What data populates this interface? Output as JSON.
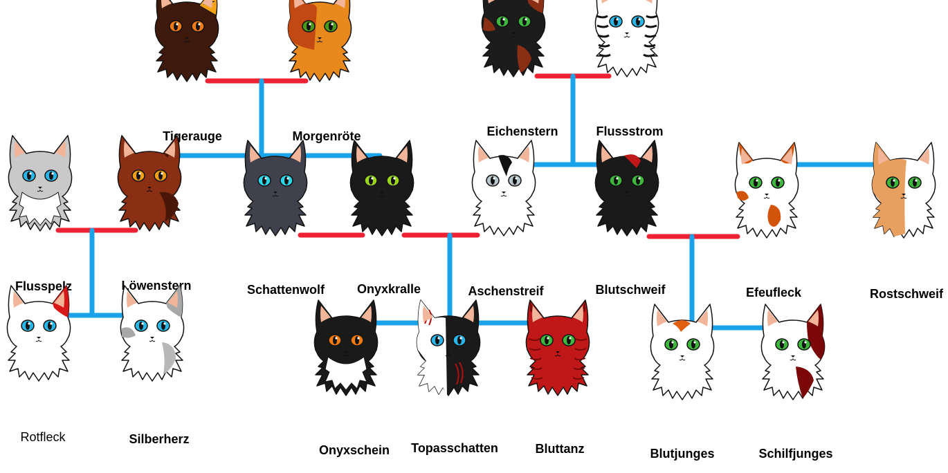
{
  "colors": {
    "mate_line": "#ee2232",
    "kin_line": "#1aa3e8",
    "outline": "#111111"
  },
  "cats": [
    {
      "id": "tigerauge",
      "name": "Tigerauge",
      "fur": "#3d1a0c",
      "ear": "#f2b59a",
      "eye": "#f07a10",
      "markings": "tiger-ear-stripes"
    },
    {
      "id": "morgenroete",
      "name": "Morgenröte",
      "fur": "#e8891e",
      "ear": "#f2b59a",
      "eye": "#4a9a1a",
      "markings": "dark-orange-half-face"
    },
    {
      "id": "eichenstern",
      "name": "Eichenstern",
      "fur": "#1c1c1c",
      "ear": "#f2b59a",
      "eye": "#3db83d",
      "markings": "tortoiseshell-patches"
    },
    {
      "id": "flussstrom",
      "name": "Flussstrom",
      "fur": "#ffffff",
      "ear": "#f2b59a",
      "eye": "#29b6e8",
      "markings": "black-stripes"
    },
    {
      "id": "flusspelz",
      "name": "Flusspelz",
      "fur": "#c9c9c9",
      "ear": "#f2b59a",
      "eye": "#29b6e8",
      "markings": "white-chest"
    },
    {
      "id": "loewenstern",
      "name": "Löwenstern",
      "fur": "#8a2e14",
      "ear": "#f2b59a",
      "eye": "#f0a010",
      "markings": "dark-patches"
    },
    {
      "id": "schattenwolf",
      "name": "Schattenwolf",
      "fur": "#3f414d",
      "ear": "#f2b59a",
      "eye": "#2ad6e8",
      "markings": "none"
    },
    {
      "id": "onyxkralle",
      "name": "Onyxkralle",
      "fur": "#1a1a1a",
      "ear": "#f2b59a",
      "eye": "#9ad61a",
      "markings": "none"
    },
    {
      "id": "aschenstreif",
      "name": "Aschenstreif",
      "fur": "#ffffff",
      "ear": "#f2b59a",
      "eye": "#b8c8cc",
      "markings": "black-forelock"
    },
    {
      "id": "blutschweif",
      "name": "Blutschweif",
      "fur": "#1a1a1a",
      "ear": "#f2b59a",
      "eye": "#3db83d",
      "markings": "red-forelock"
    },
    {
      "id": "efeufleck",
      "name": "Efeufleck",
      "fur": "#ffffff",
      "ear": "#f2b59a",
      "eye": "#3db83d",
      "markings": "orange-patches"
    },
    {
      "id": "rostschweif",
      "name": "Rostschweif",
      "fur": "#ffffff",
      "ear": "#f2b59a",
      "eye": "#3db83d",
      "markings": "ginger-half"
    },
    {
      "id": "rotfleck",
      "name": "Rotfleck",
      "fur": "#ffffff",
      "ear": "#f2b59a",
      "eye": "#29b6e8",
      "markings": "red-ear"
    },
    {
      "id": "silberherz",
      "name": "Silberherz",
      "fur": "#ffffff",
      "ear": "#f2b59a",
      "eye": "#29b6e8",
      "markings": "grey-patches"
    },
    {
      "id": "onyxschein",
      "name": "Onyxschein",
      "fur": "#1a1a1a",
      "ear": "#f2b59a",
      "eye": "#f07a10",
      "markings": "white-chest"
    },
    {
      "id": "topasschatten",
      "name": "Topasschatten",
      "fur": "#1a1a1a",
      "ear": "#f2b59a",
      "eye": "#29b6e8",
      "markings": "white-half-red-scars"
    },
    {
      "id": "bluttanz",
      "name": "Bluttanz",
      "fur": "#c01818",
      "ear": "#f2b59a",
      "eye": "#3db83d",
      "markings": "dark-red-stripes"
    },
    {
      "id": "blutjunges",
      "name": "Blutjunges",
      "fur": "#ffffff",
      "ear": "#f2b59a",
      "eye": "#3db83d",
      "markings": "orange-forelock"
    },
    {
      "id": "schilfjunges",
      "name": "Schilfjunges",
      "fur": "#ffffff",
      "ear": "#f2b59a",
      "eye": "#3db83d",
      "markings": "dark-red-half"
    }
  ]
}
